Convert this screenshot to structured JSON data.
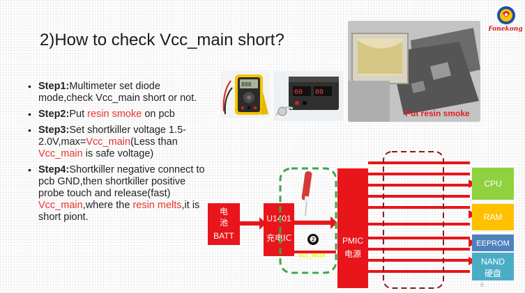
{
  "slide": {
    "title": "2)How to check Vcc_main short?",
    "logo_text": "Fonekong",
    "page_number": "6"
  },
  "photos": {
    "pcb_caption": "Put resin smoke"
  },
  "steps": [
    {
      "label": "Step1:",
      "text_a": "Multimeter set diode mode,check Vcc_main short or not."
    },
    {
      "label": "Step2:",
      "text_a": "Put ",
      "hl_a": "resin smoke",
      "text_b": " on pcb"
    },
    {
      "label": "Step3:",
      "text_a": "Set shortkiller voltage 1.5-2.0V,max=",
      "hl_a": "Vcc_main",
      "text_b": "(Less than ",
      "hl_b": "Vcc_main",
      "text_c": " is safe voltage)"
    },
    {
      "label": "Step4:",
      "text_a": "Shortkiller negative connect to pcb GND,then shortkiller positive probe touch and release(fast) ",
      "hl_a": "Vcc_main",
      "text_b": ",where the ",
      "hl_b": "resin melts",
      "text_c": ",it is short piont."
    }
  ],
  "diagram": {
    "batt": {
      "line1": "电",
      "line2": "池",
      "line3": "BATT"
    },
    "charger": {
      "line1": "U1401",
      "line2": "充电IC"
    },
    "marker": "❷",
    "vcc_label": "VCC_MAIN",
    "pmic": {
      "line1": "PMIC",
      "line2": "电源"
    },
    "outputs": [
      {
        "label": "CPU",
        "color": "#8fd13f"
      },
      {
        "label": "RAM",
        "color": "#ffc000"
      },
      {
        "label": "EEPROM",
        "color": "#4f81bd"
      },
      {
        "label": "NAND",
        "label2": "硬盘",
        "color": "#4bacc6"
      }
    ],
    "colors": {
      "red": "#e8151b",
      "green_dash": "#3aa84a",
      "dark_dash": "#8b1a1a"
    }
  }
}
